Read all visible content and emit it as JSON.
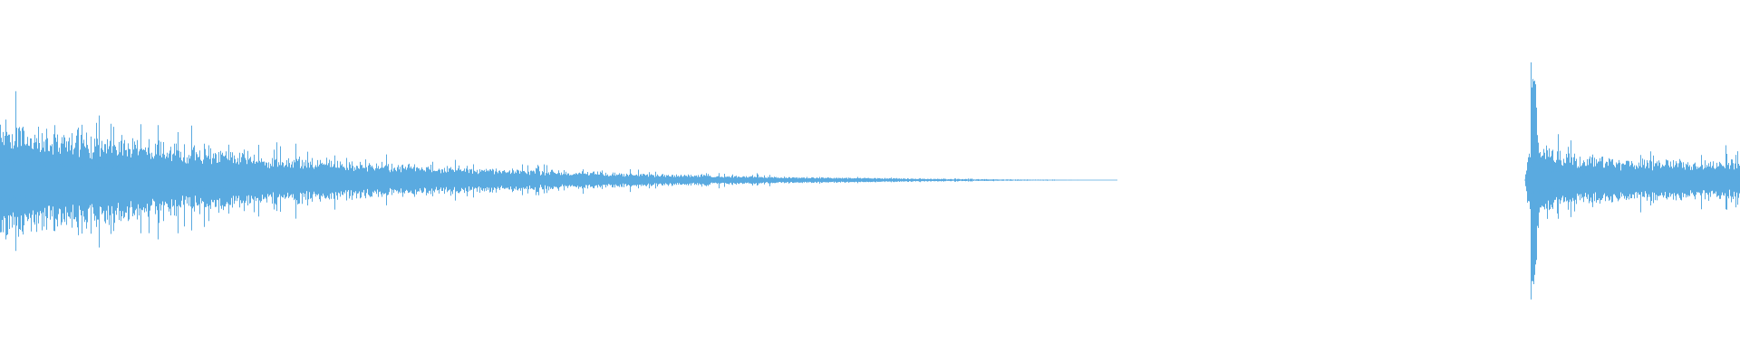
{
  "waveform": {
    "color": "#5aaae0",
    "background": "#ffffff",
    "segments": [
      {
        "name": "first-decay",
        "start_fraction": 0.0,
        "end_fraction": 0.642,
        "peak_amplitude": 0.56,
        "decay": "exponential-to-silence"
      },
      {
        "name": "second-hit",
        "start_fraction": 0.876,
        "end_fraction": 1.0,
        "peak_amplitude": 0.62,
        "decay": "exponential-sustained"
      }
    ]
  }
}
